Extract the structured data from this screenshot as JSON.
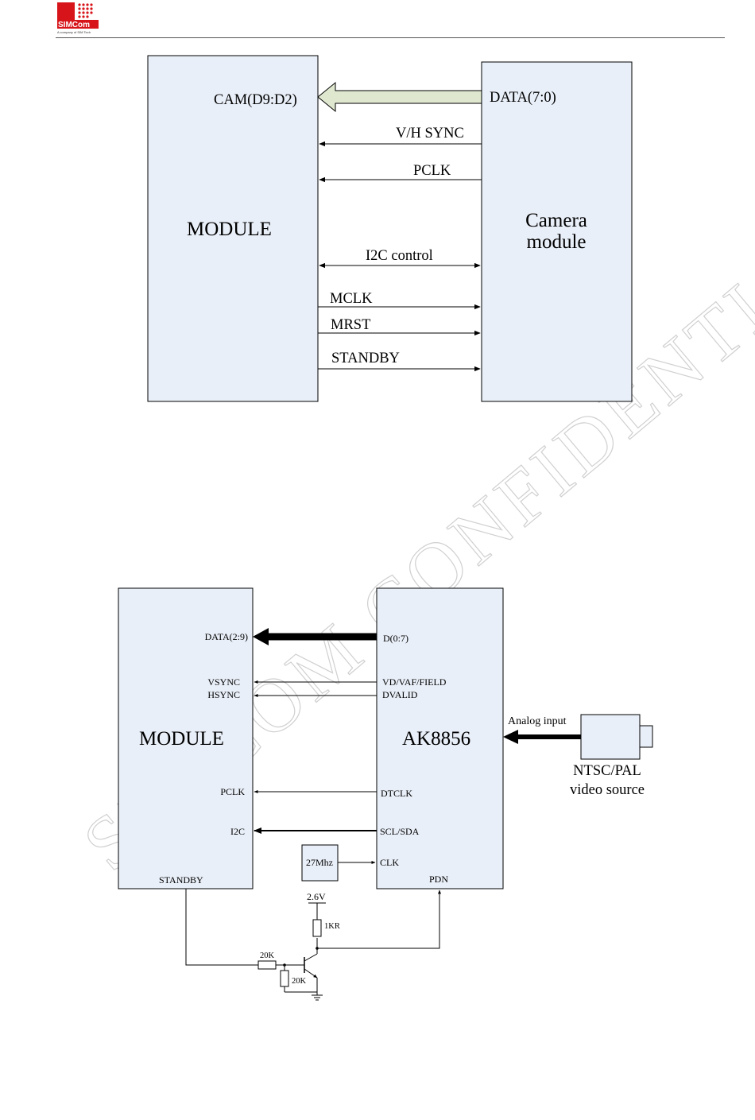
{
  "header": {
    "logo_text": "SIMCom",
    "logo_tagline": "A company of SIM Tech"
  },
  "watermark": "SIMCOM CONFIDENTIAL FILE",
  "diagram1": {
    "module_label": "MODULE",
    "camera_label_line1": "Camera",
    "camera_label_line2": "module",
    "cam_pins": "CAM(D9:D2)",
    "data_pins": "DATA(7:0)",
    "signals": {
      "vh_sync": "V/H SYNC",
      "pclk": "PCLK",
      "i2c": "I2C control",
      "mclk": "MCLK",
      "mrst": "MRST",
      "standby": "STANDBY"
    }
  },
  "diagram2": {
    "module_label": "MODULE",
    "decoder_label": "AK8856",
    "module_pins": {
      "data": "DATA(2:9)",
      "vsync": "VSYNC",
      "hsync": "HSYNC",
      "pclk": "PCLK",
      "i2c": "I2C",
      "standby": "STANDBY"
    },
    "decoder_pins": {
      "d": "D(0:7)",
      "vd": "VD/VAF/FIELD",
      "dvalid": "DVALID",
      "dtclk": "DTCLK",
      "scl_sda": "SCL/SDA",
      "clk": "CLK",
      "pdn": "PDN"
    },
    "analog_input": "Analog input",
    "video_source_line1": "NTSC/PAL",
    "video_source_line2": "video source",
    "crystal": "27Mhz",
    "voltage": "2.6V",
    "r_pullup": "1KR",
    "r_series": "20K",
    "r_base": "20K"
  }
}
